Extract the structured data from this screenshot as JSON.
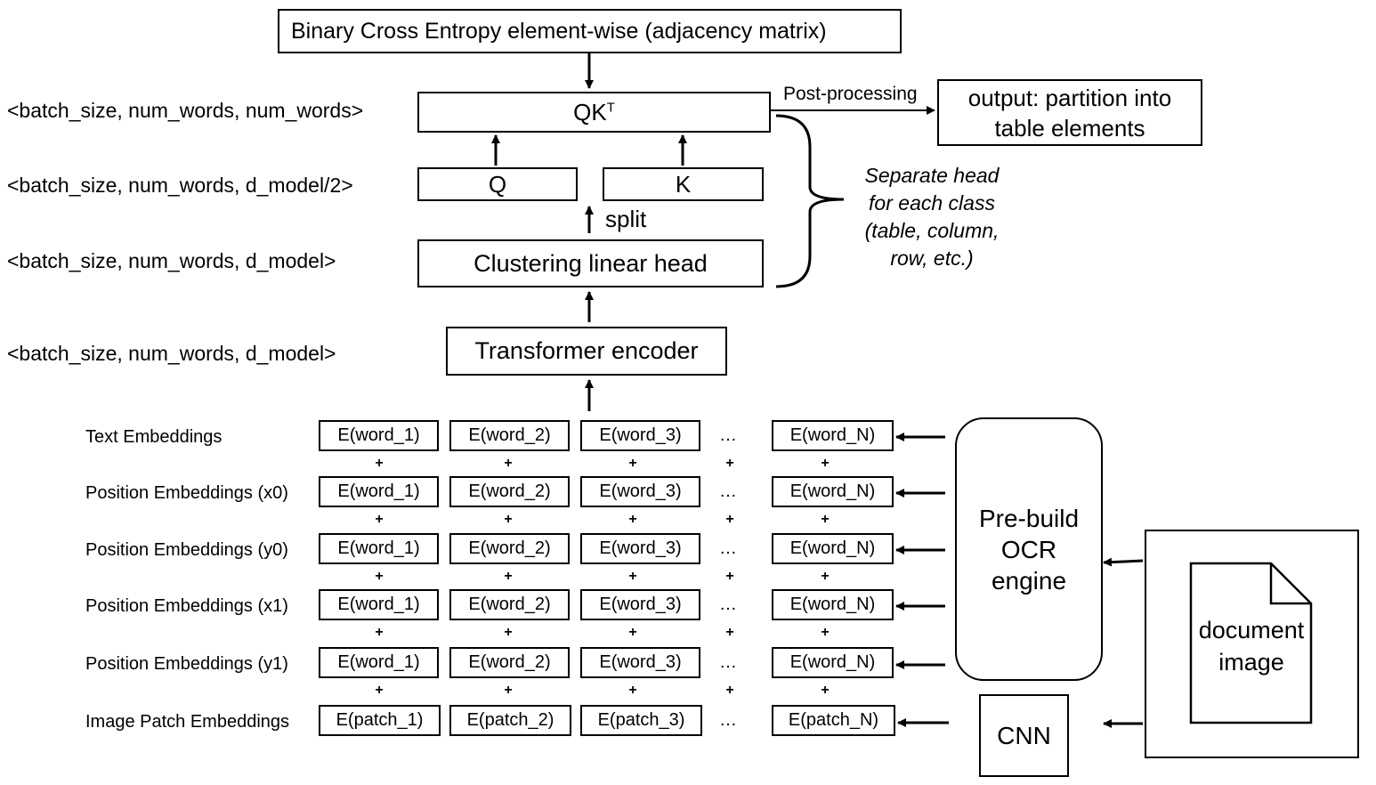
{
  "loss_label": "Binary Cross Entropy element-wise (adjacency matrix)",
  "qk": {
    "base": "QK",
    "sup": "T"
  },
  "q_label": "Q",
  "k_label": "K",
  "split_label": "split",
  "clustering_label": "Clustering linear head",
  "encoder_label": "Transformer encoder",
  "postprocessing_label": "Post-processing",
  "output_label": [
    "output: partition into",
    "table elements"
  ],
  "separate_head_label": [
    "Separate head",
    "for each class",
    "(table, column,",
    "row, etc.)"
  ],
  "dim_labels": [
    "<batch_size, num_words, num_words>",
    "<batch_size, num_words, d_model/2>",
    "<batch_size, num_words, d_model>",
    "<batch_size, num_words, d_model>"
  ],
  "ocr_label": [
    "Pre-build",
    "OCR",
    "engine"
  ],
  "cnn_label": "CNN",
  "document_label": [
    "document",
    "image"
  ],
  "ellipsis": "…",
  "plus": "+",
  "embedding_rows": [
    {
      "label": "Text Embeddings",
      "cells": [
        "E(word_1)",
        "E(word_2)",
        "E(word_3)",
        "E(word_N)"
      ]
    },
    {
      "label": "Position Embeddings (x0)",
      "cells": [
        "E(word_1)",
        "E(word_2)",
        "E(word_3)",
        "E(word_N)"
      ]
    },
    {
      "label": "Position Embeddings (y0)",
      "cells": [
        "E(word_1)",
        "E(word_2)",
        "E(word_3)",
        "E(word_N)"
      ]
    },
    {
      "label": "Position Embeddings (x1)",
      "cells": [
        "E(word_1)",
        "E(word_2)",
        "E(word_3)",
        "E(word_N)"
      ]
    },
    {
      "label": "Position Embeddings (y1)",
      "cells": [
        "E(word_1)",
        "E(word_2)",
        "E(word_3)",
        "E(word_N)"
      ]
    },
    {
      "label": "Image Patch Embeddings",
      "cells": [
        "E(patch_1)",
        "E(patch_2)",
        "E(patch_3)",
        "E(patch_N)"
      ]
    }
  ]
}
